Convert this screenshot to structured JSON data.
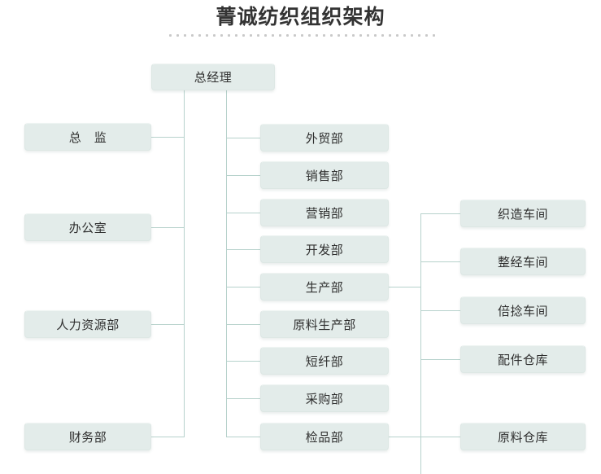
{
  "title": "菁诚纺织组织架构",
  "theme": {
    "box_fill": "#e3ecea",
    "box_border": "#dde7e4",
    "line_color": "#b7d2cc",
    "title_color": "#333333",
    "text_color": "#2f2f2f",
    "page_background": "#ffffff"
  },
  "org": {
    "root": {
      "label": "总经理"
    },
    "left_column": [
      {
        "label": "总　监"
      },
      {
        "label": "办公室"
      },
      {
        "label": "人力资源部"
      },
      {
        "label": "财务部"
      }
    ],
    "middle_column": [
      {
        "label": "外贸部"
      },
      {
        "label": "销售部"
      },
      {
        "label": "营销部"
      },
      {
        "label": "开发部"
      },
      {
        "label": "生产部"
      },
      {
        "label": "原料生产部"
      },
      {
        "label": "短纤部"
      },
      {
        "label": "采购部"
      },
      {
        "label": "检品部"
      }
    ],
    "right_column": [
      {
        "label": "织造车间",
        "parent": "生产部"
      },
      {
        "label": "整经车间",
        "parent": "生产部"
      },
      {
        "label": "倍捻车间",
        "parent": "生产部"
      },
      {
        "label": "配件仓库",
        "parent": "生产部"
      },
      {
        "label": "原料仓库",
        "parent": "检品部"
      }
    ]
  }
}
